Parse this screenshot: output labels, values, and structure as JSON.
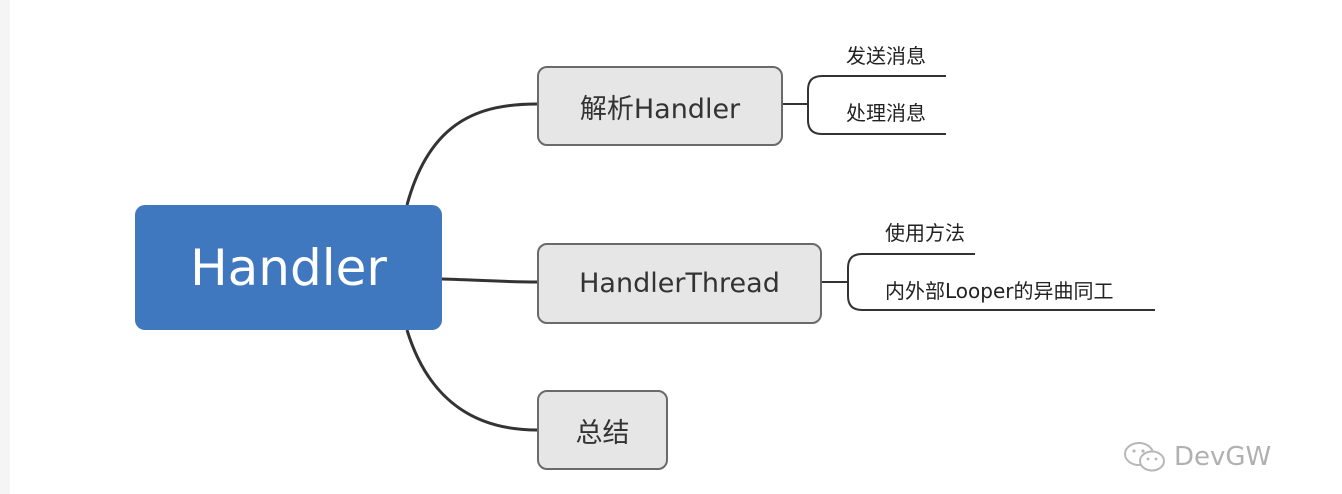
{
  "root": {
    "label": "Handler"
  },
  "branches": [
    {
      "label": "解析Handler",
      "children": [
        "发送消息",
        "处理消息"
      ]
    },
    {
      "label": "HandlerThread",
      "children": [
        "使用方法",
        "内外部Looper的异曲同工"
      ]
    },
    {
      "label": "总结",
      "children": []
    }
  ],
  "watermark": {
    "icon": "wechat-icon",
    "text": "DevGW"
  },
  "colors": {
    "root_fill": "#3f78bf",
    "branch_fill": "#e6e6e6",
    "branch_border": "#6a6a6a",
    "connector": "#333333"
  }
}
